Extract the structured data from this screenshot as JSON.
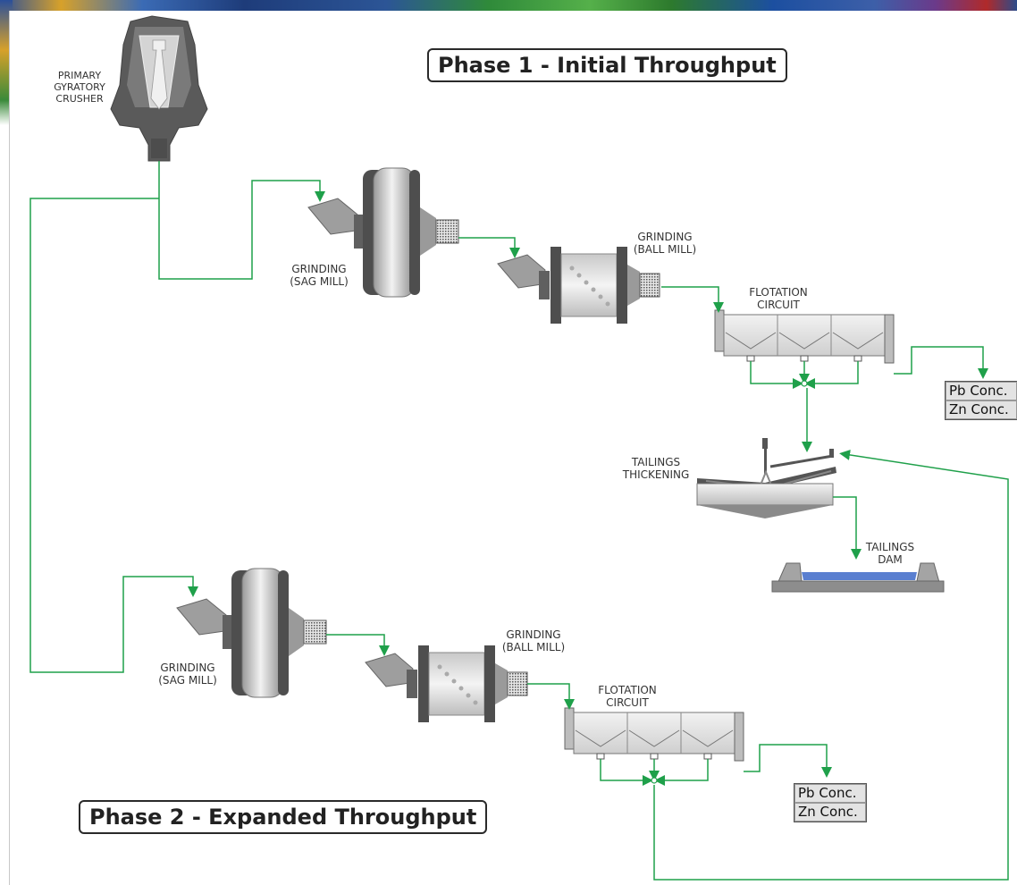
{
  "phase1": {
    "title": "Phase 1 - Initial Throughput",
    "crusher_label_1": "PRIMARY",
    "crusher_label_2": "GYRATORY",
    "crusher_label_3": "CRUSHER",
    "sag_label_1": "GRINDING",
    "sag_label_2": "(SAG MILL)",
    "ball_label_1": "GRINDING",
    "ball_label_2": "(BALL MILL)",
    "flotation_label_1": "FLOTATION",
    "flotation_label_2": "CIRCUIT",
    "conc_1": "Pb Conc.",
    "conc_2": "Zn Conc.",
    "thickening_label_1": "TAILINGS",
    "thickening_label_2": "THICKENING",
    "dam_label_1": "TAILINGS",
    "dam_label_2": "DAM"
  },
  "phase2": {
    "title": "Phase 2 - Expanded Throughput",
    "sag_label_1": "GRINDING",
    "sag_label_2": "(SAG MILL)",
    "ball_label_1": "GRINDING",
    "ball_label_2": "(BALL MILL)",
    "flotation_label_1": "FLOTATION",
    "flotation_label_2": "CIRCUIT",
    "conc_1": "Pb Conc.",
    "conc_2": "Zn Conc."
  },
  "colors": {
    "flow_line": "#1fa04a",
    "equipment_dark": "#5a5a5a",
    "equipment_light": "#d9d9d9",
    "water": "#5a7fd0"
  }
}
